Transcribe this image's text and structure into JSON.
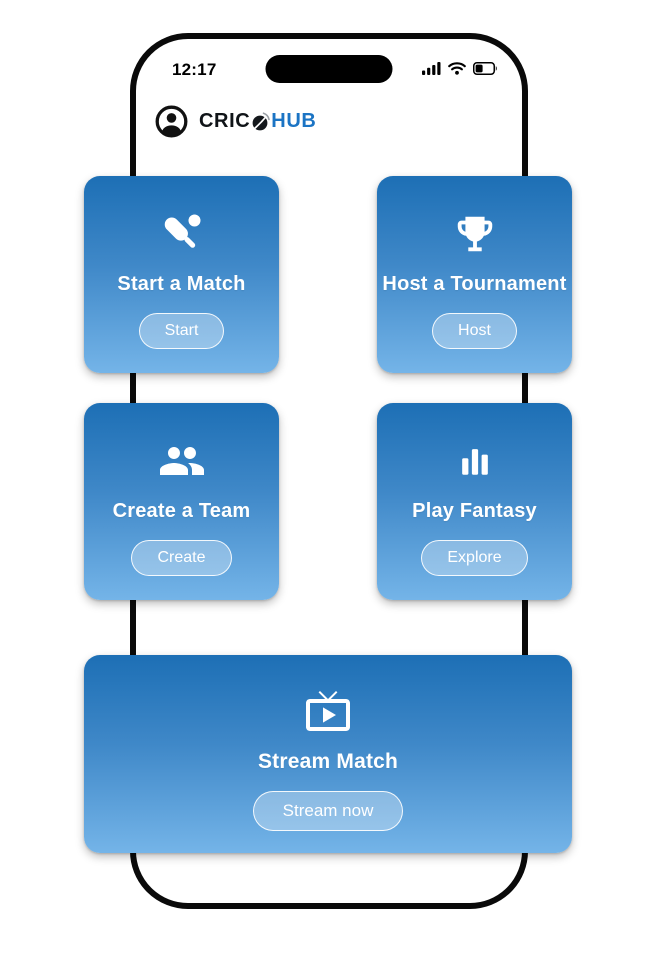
{
  "status_bar": {
    "time": "12:17",
    "icons": [
      "cellular-signal-icon",
      "wifi-icon",
      "battery-icon"
    ]
  },
  "header": {
    "avatar_icon": "profile-avatar-icon",
    "brand_cric": "CRIC",
    "brand_ball_icon": "cricket-ball-swoosh-icon",
    "brand_hub": "HUB"
  },
  "cards": [
    {
      "title": "Start a Match",
      "button": "Start",
      "icon": "cricket-bat-ball-icon"
    },
    {
      "title": "Host a Tournament",
      "button": "Host",
      "icon": "trophy-icon"
    },
    {
      "title": "Create a Team",
      "button": "Create",
      "icon": "team-group-icon"
    },
    {
      "title": "Play Fantasy",
      "button": "Explore",
      "icon": "bar-chart-icon"
    },
    {
      "title": "Stream Match",
      "button": "Stream now",
      "icon": "live-tv-play-icon"
    }
  ],
  "colors": {
    "card_gradient_top": "#1d6fb5",
    "card_gradient_bottom": "#74b4e8",
    "brand_blue": "#1b74c4",
    "frame_black": "#0a0a0a",
    "text_on_card": "#ffffff"
  }
}
